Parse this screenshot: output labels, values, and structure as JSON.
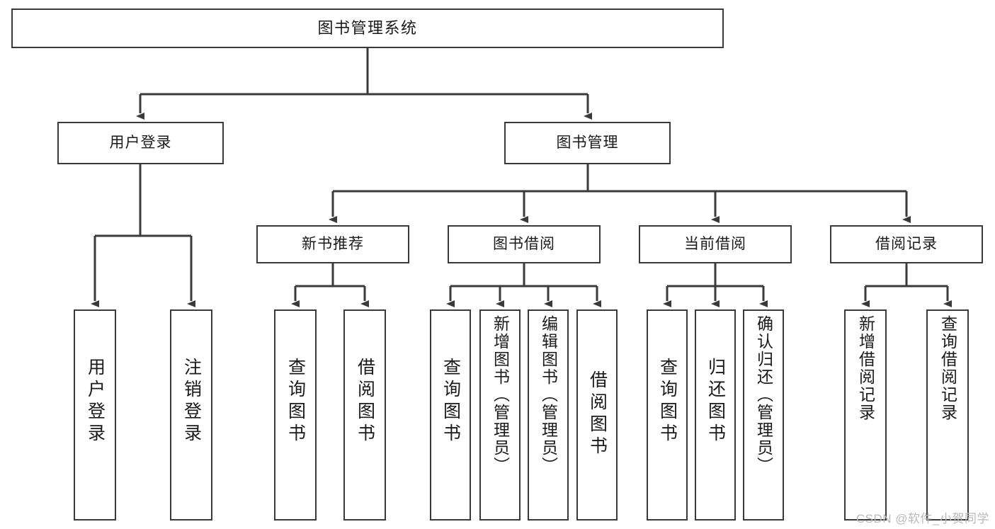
{
  "diagram": {
    "title": "图书管理系统",
    "type": "tree",
    "root": {
      "label": "图书管理系统"
    },
    "level2": [
      {
        "label": "用户登录"
      },
      {
        "label": "图书管理"
      }
    ],
    "level3": [
      {
        "label": "新书推荐"
      },
      {
        "label": "图书借阅"
      },
      {
        "label": "当前借阅"
      },
      {
        "label": "借阅记录"
      }
    ],
    "leaves": {
      "user_login": [
        "用户登录",
        "注销登录"
      ],
      "new_book_recommend": [
        "查询图书",
        "借阅图书"
      ],
      "book_borrow": [
        "查询图书",
        "新增图书（管理员）",
        "编辑图书（管理员）",
        "借阅图书"
      ],
      "current_borrow": [
        "查询图书",
        "归还图书",
        "确认归还（管理员）"
      ],
      "borrow_record": [
        "新增借阅记录",
        "查询借阅记录"
      ]
    }
  },
  "watermark": {
    "text": "CSDN @软件_小贺同学"
  },
  "colors": {
    "stroke": "#3a3a3a",
    "background": "#ffffff",
    "text": "#1a1a1a",
    "watermark": "#b9b9b9"
  }
}
